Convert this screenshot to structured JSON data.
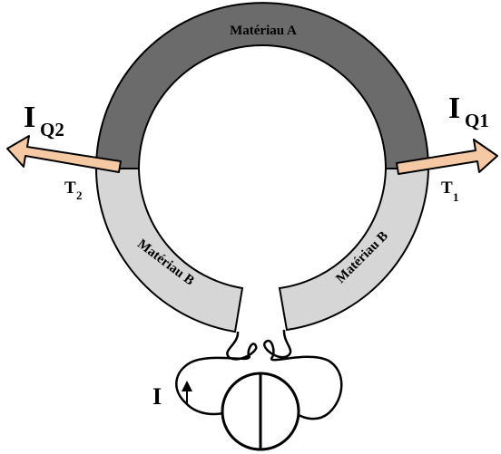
{
  "labels": {
    "material_a": "Matériau A",
    "material_b_left": "Matériau B",
    "material_b_right": "Matériau B",
    "heat_left_main": "I",
    "heat_left_sub": "Q2",
    "heat_right_main": "I",
    "heat_right_sub": "Q1",
    "temp_left_main": "T",
    "temp_left_sub": "2",
    "temp_right_main": "T",
    "temp_right_sub": "1",
    "current": "I"
  },
  "colors": {
    "material_a": "#6b6b6b",
    "material_b": "#d6d6d6",
    "heat_arrow": "#f6c9a5",
    "stroke": "#000000"
  },
  "icons": {
    "generator": "current-source-icon",
    "current_arrow": "arrow-up-icon"
  }
}
